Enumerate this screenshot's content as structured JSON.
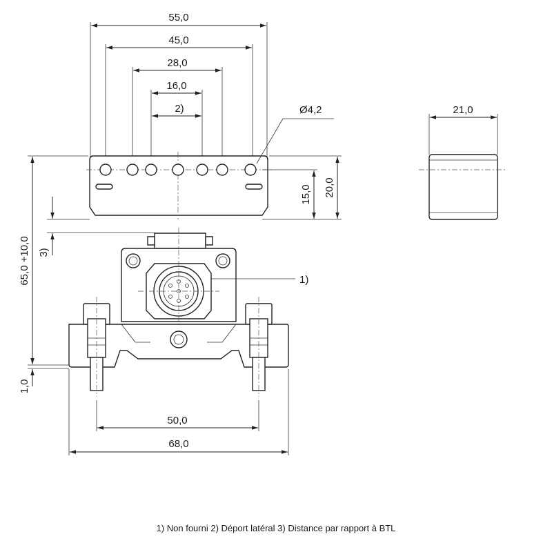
{
  "dimensions": {
    "width_55": "55,0",
    "width_45": "45,0",
    "width_28": "28,0",
    "width_16": "16,0",
    "lateral_offset": "2)",
    "hole_diameter": "Ø4,2",
    "side_width": "21,0",
    "height_15": "15,0",
    "height_20": "20,0",
    "total_height": "65,0 +10,0",
    "distance_ref": "3)",
    "thickness": "1,0",
    "mount_spacing": "50,0",
    "base_width": "68,0",
    "not_supplied_ref": "1)"
  },
  "footnote": "1) Non fourni  2) Déport latéral  3) Distance par rapport à BTL"
}
